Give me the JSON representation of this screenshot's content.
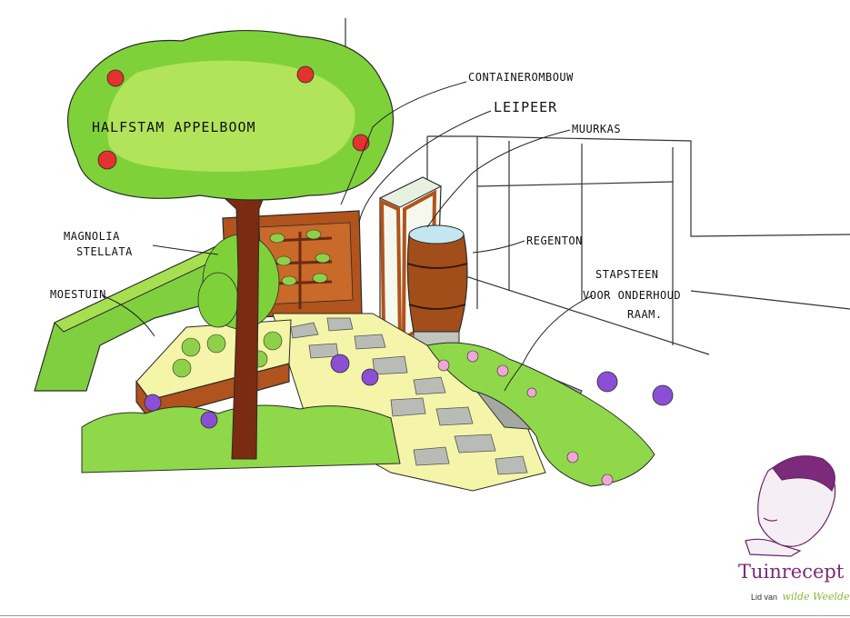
{
  "labels": {
    "appelboom": "HALFSTAM APPELBOOM",
    "containerombouw": "CONTAINEROMBOUW",
    "leipeer": "LEIPEER",
    "muurkas": "MUURKAS",
    "magnolia_line1": "MAGNOLIA",
    "magnolia_line2": "STELLATA",
    "regenton": "REGENTON",
    "moestuin": "MOESTUIN",
    "stapsteen_line1": "STAPSTEEN",
    "stapsteen_line2": "VOOR ONDERHOUD",
    "stapsteen_line3": "RAAM."
  },
  "brand": {
    "name": "Tuinrecept",
    "member_prefix": "Lid van",
    "member_org": "wilde Weelde"
  },
  "colors": {
    "canopy": "#7fd13a",
    "canopy_light": "#c6ec6a",
    "grass": "#8fd84a",
    "wall": "#7fcf3f",
    "wood": "#b0531c",
    "trunk": "#7a2b12",
    "apple": "#e2332f",
    "purple_flower": "#8a4fd4",
    "pink_flower": "#f2a6d8",
    "path": "#f4f5a8",
    "stone": "#b9bcb6",
    "brand": "#7b2a7c",
    "brand_green": "#8db63c"
  }
}
